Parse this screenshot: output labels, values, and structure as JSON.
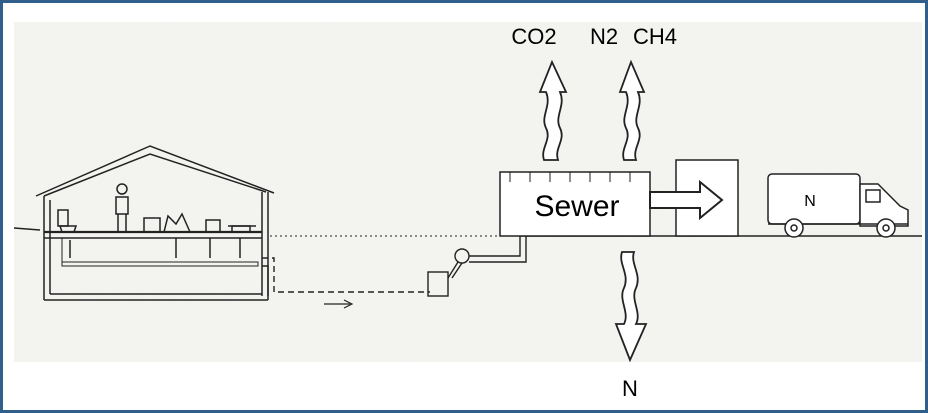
{
  "labels": {
    "gas_co2": "CO2",
    "gas_n2": "N2",
    "gas_ch4": "CH4",
    "sewer": "Sewer",
    "truck_n": "N",
    "leach_n": "N"
  }
}
